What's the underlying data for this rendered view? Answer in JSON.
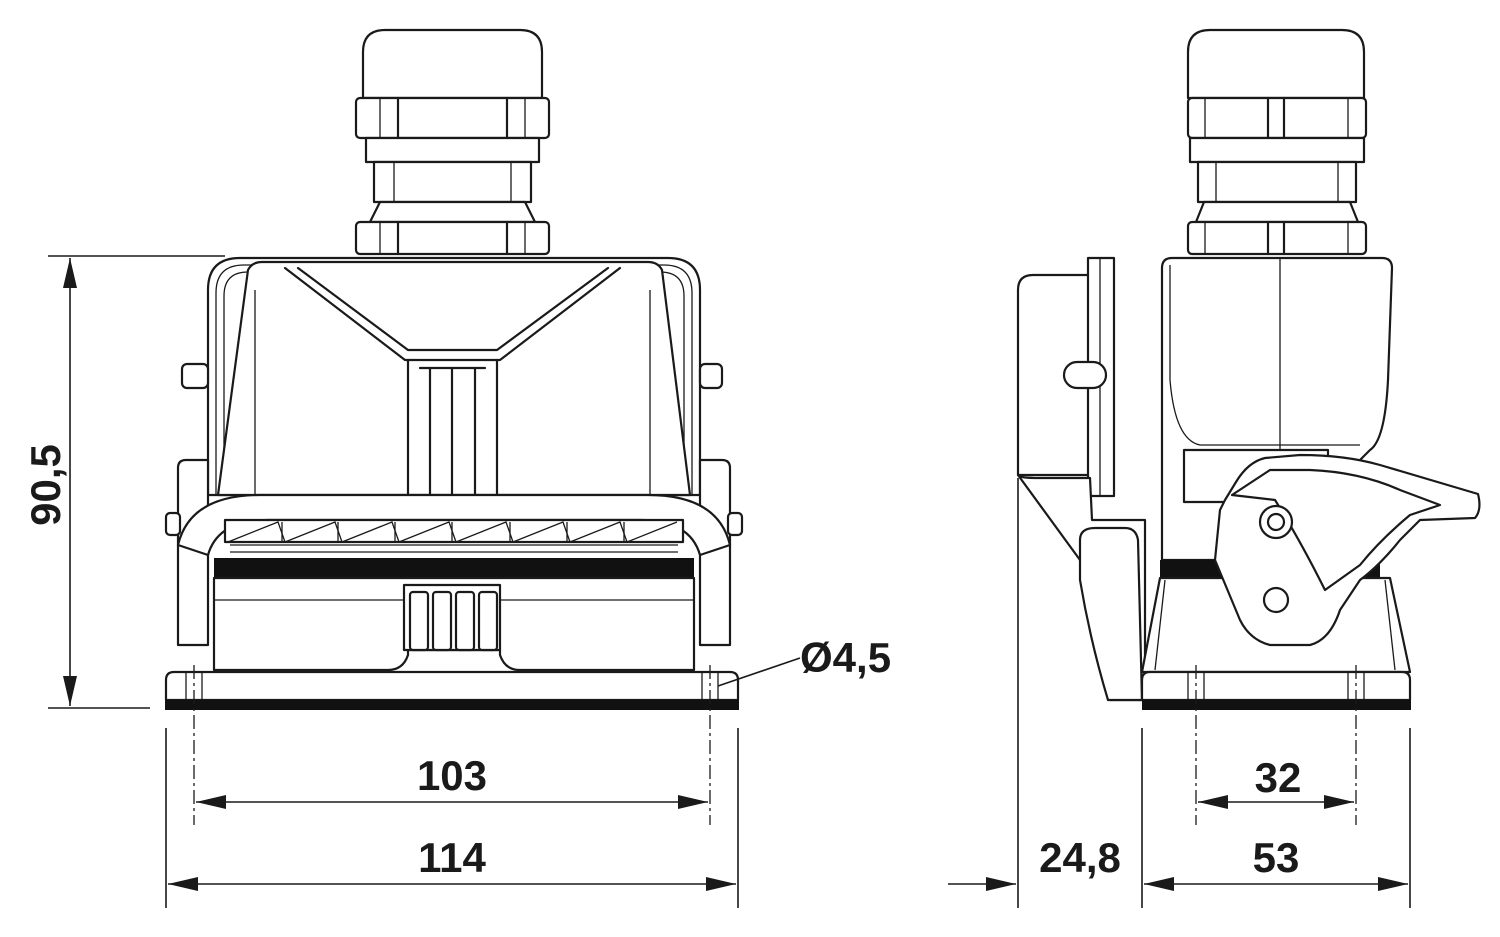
{
  "dimensions": {
    "height": "90,5",
    "hole_pitch": "103",
    "base_width": "114",
    "hole_diameter": "Ø4,5",
    "side_offset": "24,8",
    "side_hole_pitch": "32",
    "side_width": "53"
  },
  "colors": {
    "line": "#1a1a1a",
    "background": "#ffffff"
  }
}
